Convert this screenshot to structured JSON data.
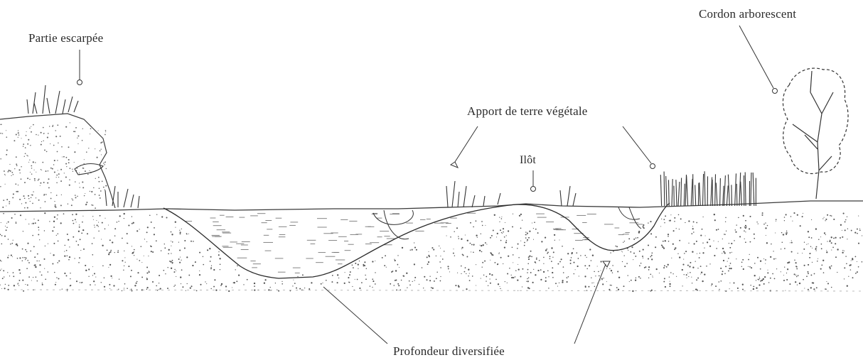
{
  "diagram": {
    "labels": {
      "partie_escarpee": "Partie escarpée",
      "cordon_arborescent": "Cordon arborescent",
      "apport_terre_vegetale": "Apport de terre végétale",
      "ilot": "Ilôt",
      "profondeur_diversifiee": "Profondeur diversifiée"
    },
    "colors": {
      "ink": "#2a2a2a",
      "background": "#ffffff"
    }
  }
}
